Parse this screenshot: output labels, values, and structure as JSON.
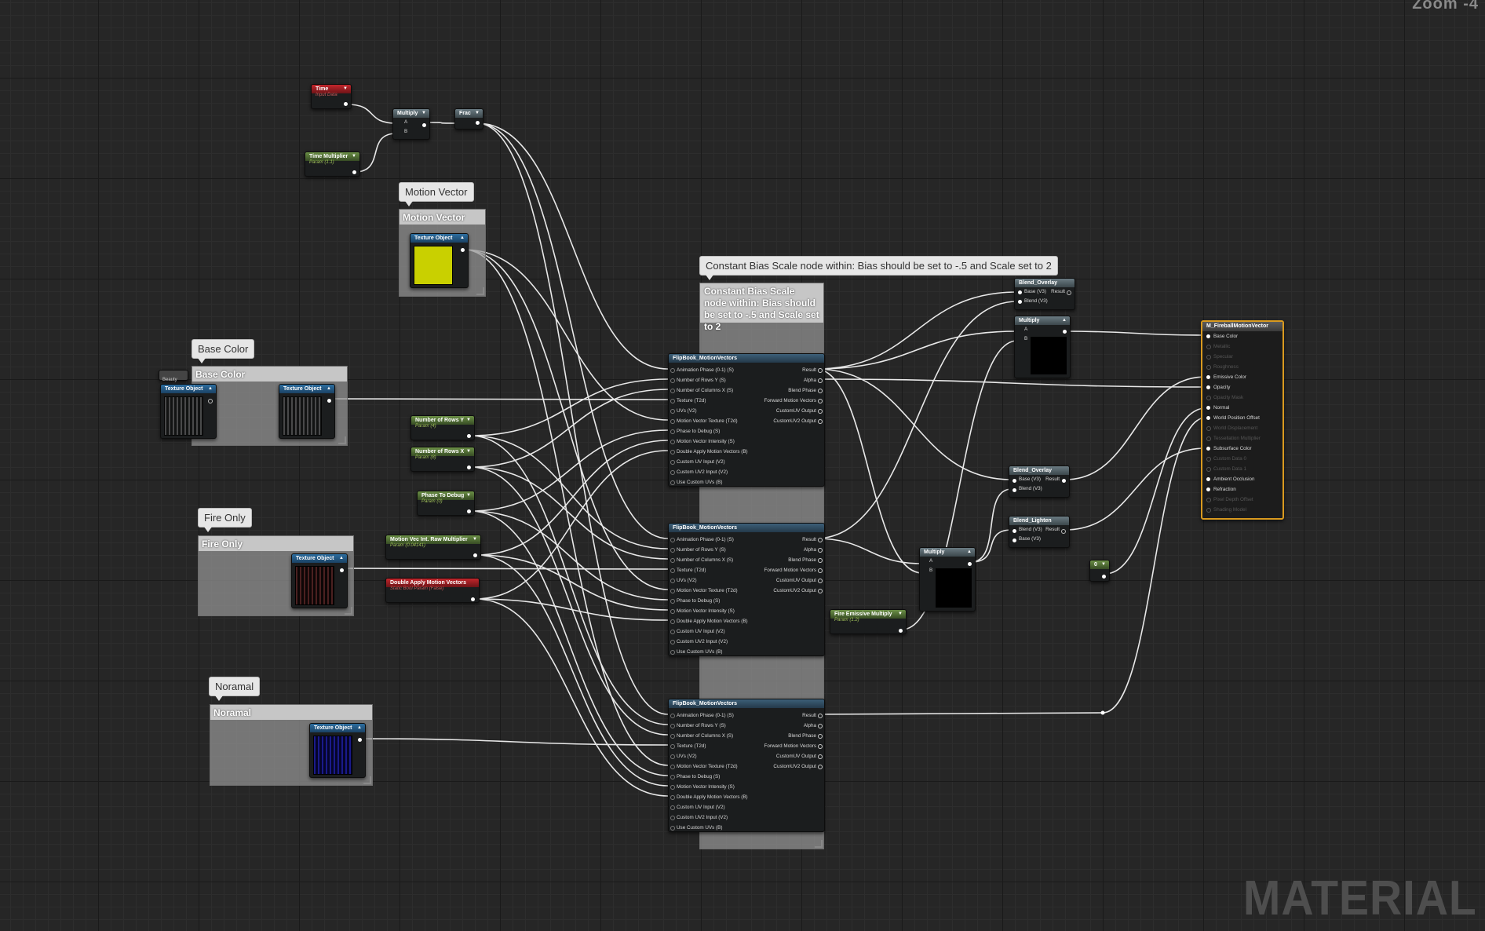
{
  "zoom_label": "Zoom -4",
  "watermark": "MATERIAL",
  "comments": {
    "motion_vector": {
      "bubble": "Motion Vector",
      "title": "Motion Vector"
    },
    "base_color": {
      "bubble": "Base Color",
      "title": "Base Color"
    },
    "fire_only": {
      "bubble": "Fire Only",
      "title": "Fire Only"
    },
    "noramal": {
      "bubble": "Noramal",
      "title": "Noramal"
    },
    "bias_scale": {
      "bubble": "Constant Bias Scale node within: Bias should be set to -.5 and Scale set to 2",
      "title": "Constant Bias Scale node within: Bias should be set to -.5 and Scale set to 2"
    }
  },
  "nodes": {
    "time": {
      "title": "Time",
      "subtitle": "Input Data"
    },
    "time_multiplier": {
      "title": "Time Multiplier",
      "subtitle": "Param (1.1)"
    },
    "multiply_top": {
      "title": "Multiply",
      "pins": [
        "A",
        "B"
      ]
    },
    "frac": {
      "title": "Frac"
    },
    "texture_object_label": "Texture Object",
    "beauty_label": "Beauty",
    "rows_y": {
      "title": "Number of Rows Y",
      "subtitle": "Param (4)"
    },
    "rows_x": {
      "title": "Number of Rows X",
      "subtitle": "Param (8)"
    },
    "phase_debug": {
      "title": "Phase To Debug",
      "subtitle": "Param (0)"
    },
    "motion_vec_mult": {
      "title": "Motion Vec Int. Raw Multiplier",
      "subtitle": "Param (0.04141)"
    },
    "double_apply": {
      "title": "Double Apply Motion Vectors",
      "subtitle": "Static Bool Param (False)"
    },
    "fire_emissive": {
      "title": "Fire Emissive Multiply",
      "subtitle": "Param (1.2)"
    },
    "blend_overlay_1": {
      "title": "Blend_Overlay",
      "pins": [
        "Base (V3)",
        "Blend (V3)"
      ],
      "output": "Result"
    },
    "multiply_right": {
      "title": "Multiply",
      "pins": [
        "A",
        "B"
      ]
    },
    "blend_overlay_2": {
      "title": "Blend_Overlay",
      "pins": [
        "Base (V3)",
        "Blend (V3)"
      ],
      "output": "Result"
    },
    "blend_lighten": {
      "title": "Blend_Lighten",
      "pins": [
        "Blend (V3)",
        "Base (V3)"
      ],
      "output": "Result"
    },
    "multiply_mid": {
      "title": "Multiply",
      "pins": [
        "A",
        "B"
      ]
    },
    "constant_zero": {
      "title": "0"
    },
    "flipbook_title": "FlipBook_MotionVectors",
    "flipbook_inputs": [
      "Animation Phase (0-1) (S)",
      "Number of Rows Y (S)",
      "Number of Columns X (S)",
      "Texture (T2d)",
      "UVs (V2)",
      "Motion Vector Texture (T2d)",
      "Phase to Debug (S)",
      "Motion Vector Intensity (S)",
      "Double Apply Motion Vectors (B)",
      "Custom UV Input (V2)",
      "Custom UV2 Input (V2)",
      "Use Custom UVs (B)"
    ],
    "flipbook_outputs": [
      "Result",
      "Alpha",
      "Blend Phase",
      "Forward Motion Vectors",
      "CustomUV Output",
      "CustomUV2 Output"
    ],
    "material": {
      "title": "M_FireballMotionVector",
      "pins": [
        {
          "label": "Base Color",
          "active": true
        },
        {
          "label": "Metallic",
          "active": false
        },
        {
          "label": "Specular",
          "active": false
        },
        {
          "label": "Roughness",
          "active": false
        },
        {
          "label": "Emissive Color",
          "active": true
        },
        {
          "label": "Opacity",
          "active": true
        },
        {
          "label": "Opacity Mask",
          "active": false
        },
        {
          "label": "Normal",
          "active": true
        },
        {
          "label": "World Position Offset",
          "active": true
        },
        {
          "label": "World Displacement",
          "active": false
        },
        {
          "label": "Tessellation Multiplier",
          "active": false
        },
        {
          "label": "Subsurface Color",
          "active": true
        },
        {
          "label": "Custom Data 0",
          "active": false
        },
        {
          "label": "Custom Data 1",
          "active": false
        },
        {
          "label": "Ambient Occlusion",
          "active": true
        },
        {
          "label": "Refraction",
          "active": true
        },
        {
          "label": "Pixel Depth Offset",
          "active": false
        },
        {
          "label": "Shading Model",
          "active": false
        }
      ]
    }
  },
  "colors": {
    "accent_material": "#d99a1f",
    "param_green": "#6b8f45",
    "input_red": "#c3262c",
    "texture_blue": "#2d6ea0"
  }
}
